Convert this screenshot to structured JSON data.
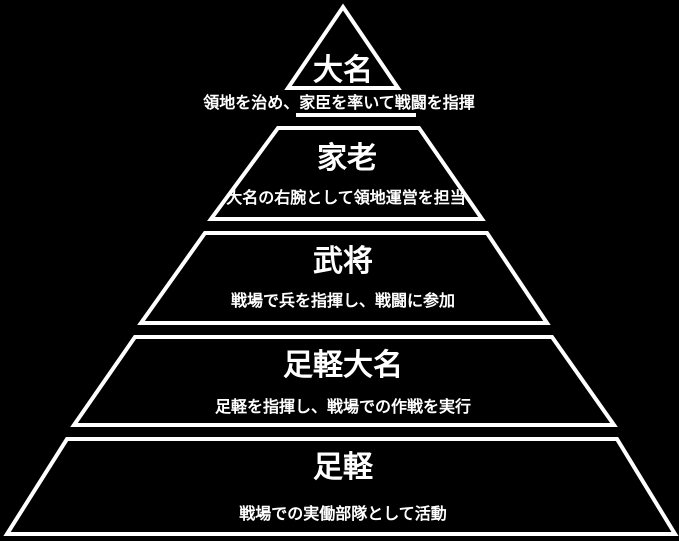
{
  "colors": {
    "background": "#000000",
    "outline": "#ffffff",
    "text": "#ffffff"
  },
  "tiers": [
    {
      "title": "大名",
      "description": "領地を治め、家臣を率いて戦闘を指揮"
    },
    {
      "title": "家老",
      "description": "大名の右腕として領地運営を担当"
    },
    {
      "title": "武将",
      "description": "戦場で兵を指揮し、戦闘に参加"
    },
    {
      "title": "足軽大名",
      "description": "足軽を指揮し、戦場での作戦を実行"
    },
    {
      "title": "足軽",
      "description": "戦場での実働部隊として活動"
    }
  ]
}
